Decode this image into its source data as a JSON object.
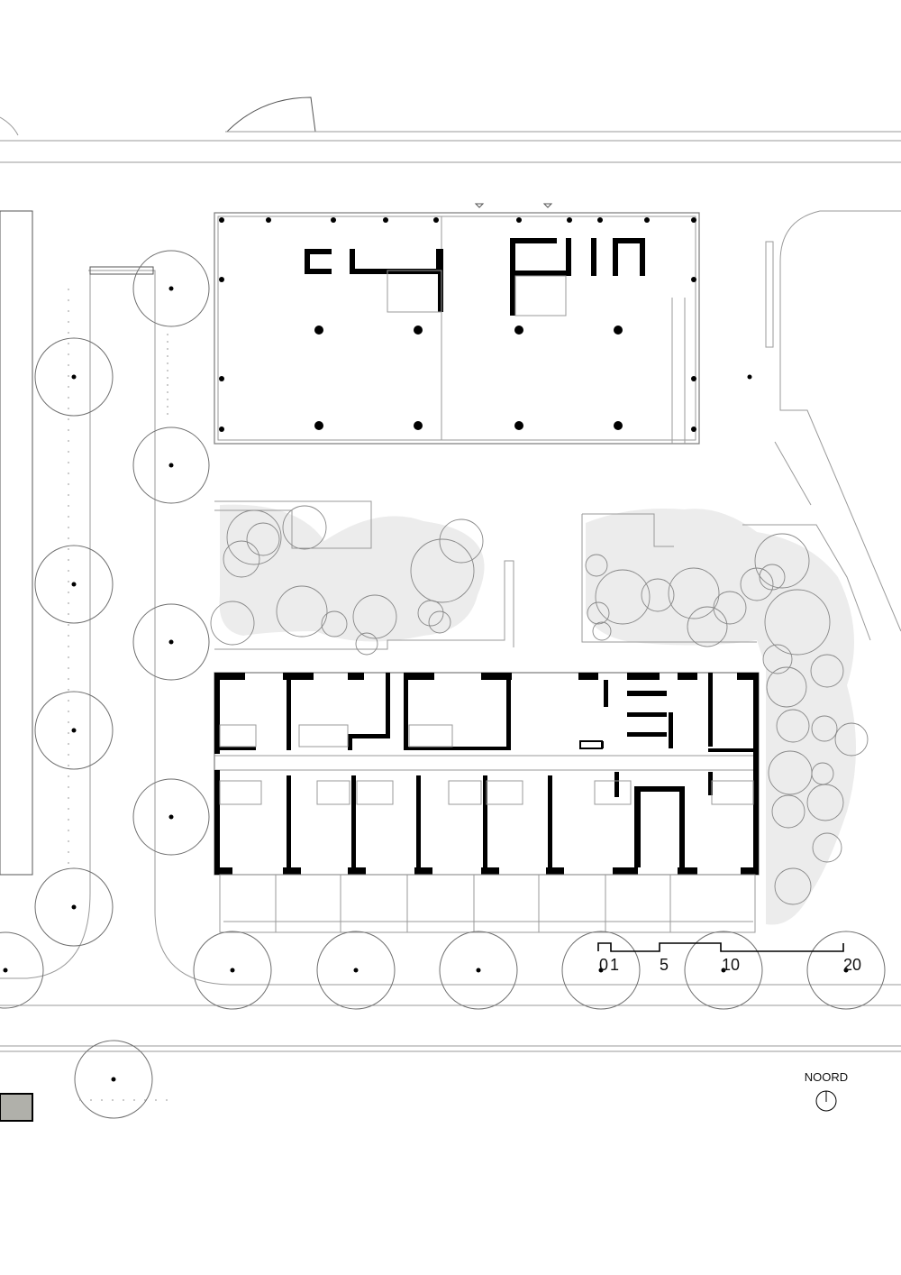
{
  "north_label": "NOORD",
  "scale_bar": {
    "ticks": [
      "0",
      "1",
      "5",
      "10",
      "20"
    ]
  },
  "colors": {
    "background": "#ffffff",
    "walls": "#000000",
    "lines": "#9a9a9a",
    "planting": "#ececec"
  },
  "icons": [
    "north-arrow-icon",
    "tree-icon",
    "column-icon"
  ]
}
